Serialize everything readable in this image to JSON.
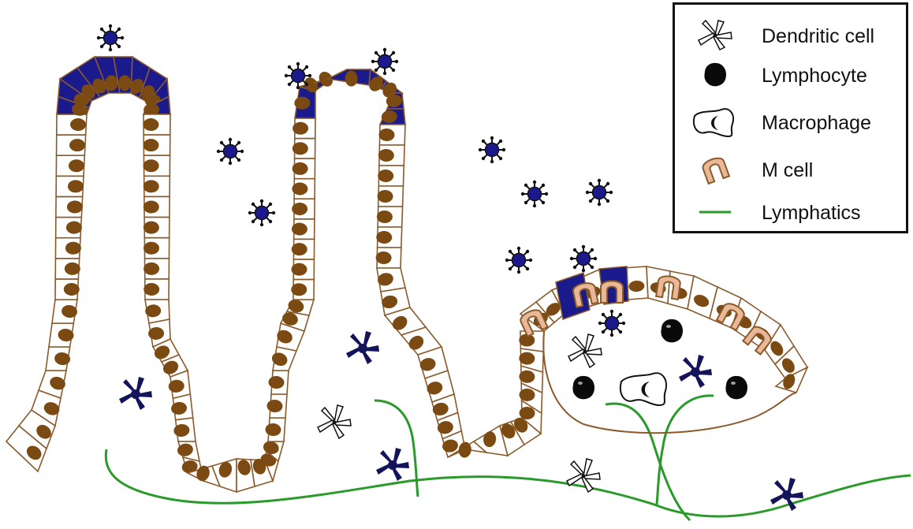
{
  "legend": {
    "items": [
      {
        "label": "Dendritic cell",
        "icon": "dendritic-cell-icon"
      },
      {
        "label": "Lymphocyte",
        "icon": "lymphocyte-icon"
      },
      {
        "label": "Macrophage",
        "icon": "macrophage-icon"
      },
      {
        "label": "M cell",
        "icon": "m-cell-icon"
      },
      {
        "label": "Lymphatics",
        "icon": "lymphatics-line-icon"
      }
    ]
  },
  "colors": {
    "epithelium_outline": "#8a5a2b",
    "nucleus": "#7a4a12",
    "infected_cell": "#1a1a8c",
    "m_cell": "#e8b898",
    "lymphatics": "#2a9a2a",
    "dendritic_dark": "#14145a",
    "black_cell": "#0a0a0a"
  }
}
